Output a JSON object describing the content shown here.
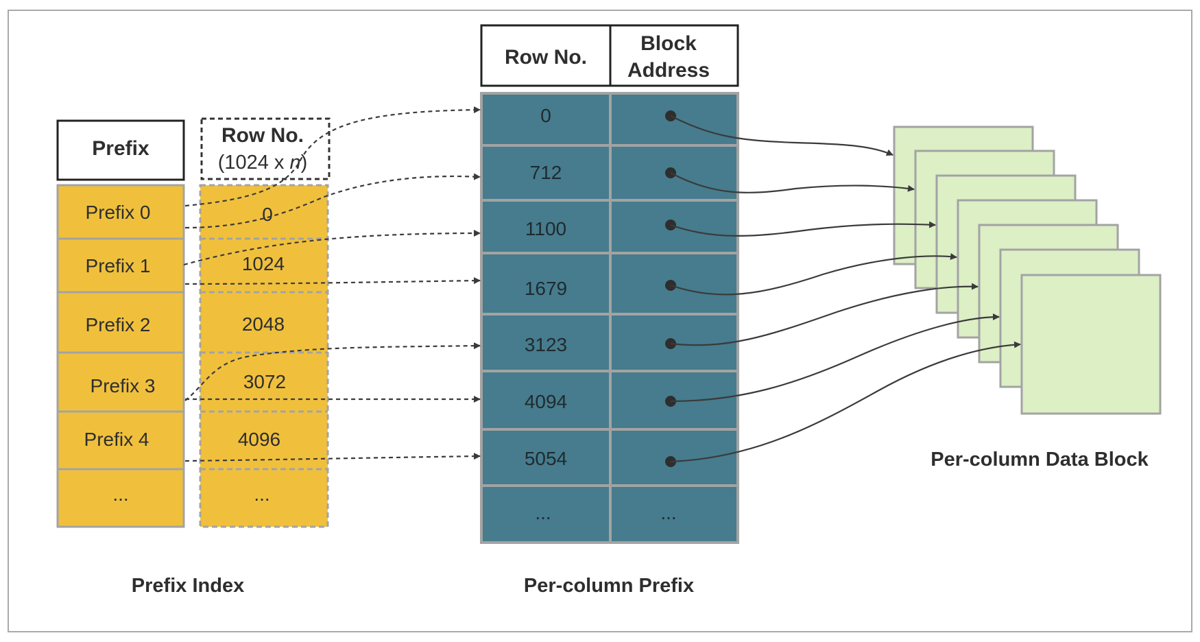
{
  "prefix_index": {
    "header": "Prefix",
    "rowno_header": "Row No.",
    "rowno_subheader_prefix": "(1024 x ",
    "rowno_subheader_var": "n",
    "rowno_subheader_suffix": ")",
    "prefixes": [
      "Prefix 0",
      "Prefix 1",
      "Prefix 2",
      "Prefix 3",
      "Prefix 4",
      "..."
    ],
    "row_numbers": [
      "0",
      "1024",
      "2048",
      "3072",
      "4096",
      "..."
    ],
    "caption": "Prefix Index"
  },
  "per_column_prefix": {
    "headers": [
      "Row No.",
      "Block",
      "Address"
    ],
    "row_numbers": [
      "0",
      "712",
      "1100",
      "1679",
      "3123",
      "4094",
      "5054",
      "..."
    ],
    "last_address": "...",
    "caption": "Per-column Prefix"
  },
  "data_block": {
    "caption": "Per-column Data Block"
  },
  "colors": {
    "gold": "#F0C03D",
    "teal": "#467C8D",
    "green": "#DCEFC5",
    "cell_border": "#A3A3A3",
    "frame": "#A9A9A9",
    "text_dark": "#2E2E2E",
    "text_light": "#1F2A30",
    "arrow": "#3A3A3A"
  }
}
